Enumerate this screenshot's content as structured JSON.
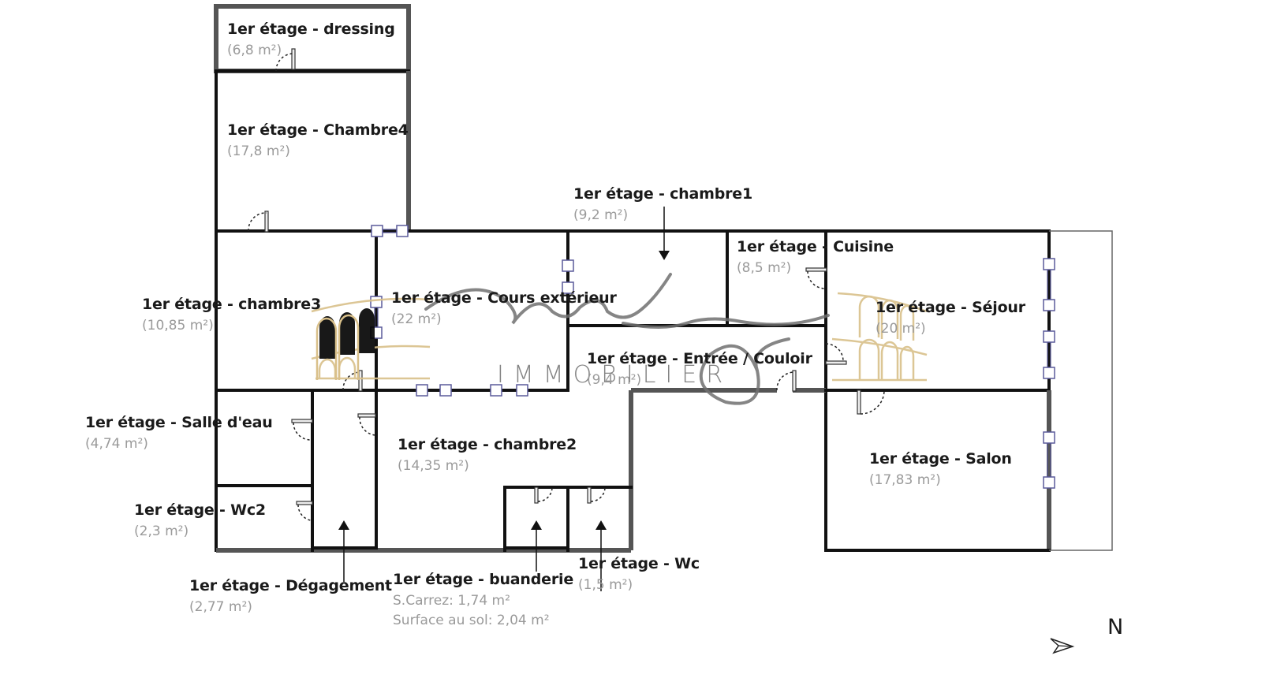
{
  "plan": {
    "level_prefix": "1er étage",
    "rooms": [
      {
        "id": "dressing",
        "name": "1er étage - dressing",
        "area": "(6,8 m²)"
      },
      {
        "id": "chambre4",
        "name": "1er étage - Chambre4",
        "area": "(17,8 m²)"
      },
      {
        "id": "chambre1",
        "name": "1er étage - chambre1",
        "area": "(9,2 m²)"
      },
      {
        "id": "cuisine",
        "name": "1er étage - Cuisine",
        "area": "(8,5 m²)"
      },
      {
        "id": "chambre3",
        "name": "1er étage - chambre3",
        "area": "(10,85 m²)"
      },
      {
        "id": "cours",
        "name": "1er étage - Cours extérieur",
        "area": "(22 m²)"
      },
      {
        "id": "sejour",
        "name": "1er étage - Séjour",
        "area": "(20 m²)"
      },
      {
        "id": "entree",
        "name": "1er étage - Entrée / Couloir",
        "area": "(9,4 m²)"
      },
      {
        "id": "salle_eau",
        "name": "1er étage - Salle d'eau",
        "area": "(4,74 m²)"
      },
      {
        "id": "chambre2",
        "name": "1er étage - chambre2",
        "area": "(14,35 m²)"
      },
      {
        "id": "salon",
        "name": "1er étage - Salon",
        "area": "(17,83 m²)"
      },
      {
        "id": "wc2",
        "name": "1er étage - Wc2",
        "area": "(2,3 m²)"
      },
      {
        "id": "degagement",
        "name": "1er étage - Dégagement",
        "area": "(2,77 m²)"
      },
      {
        "id": "buanderie",
        "name": "1er étage - buanderie",
        "area": "S.Carrez: 1,74 m²",
        "area2": "Surface au sol: 2,04 m²"
      },
      {
        "id": "wc",
        "name": "1er étage - Wc",
        "area": "(1,5 m²)"
      }
    ],
    "compass": {
      "label": "N",
      "icon": "north-arrow-icon"
    },
    "watermark": {
      "text": "IMMOBILIER",
      "script": "Montaury",
      "logo_color": "#d9c08a",
      "script_color": "#6e6e6e"
    }
  }
}
